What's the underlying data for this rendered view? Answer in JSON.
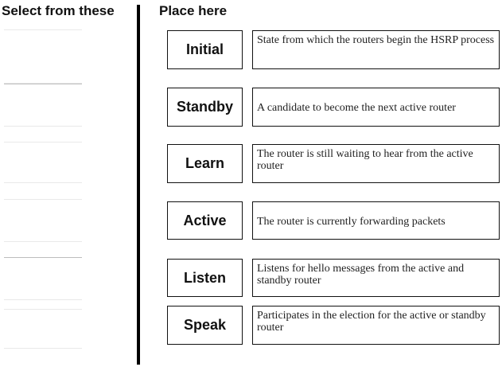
{
  "headings": {
    "left": "Select from these",
    "right": "Place here"
  },
  "terms": [
    "Initial",
    "Standby",
    "Learn",
    "Active",
    "Listen",
    "Speak"
  ],
  "descriptions": [
    "State from which the routers begin the HSRP process",
    "A candidate to become the next active router",
    "The router is still waiting to hear from the active router",
    "The router is currently forwarding packets",
    "Listens for hello messages from the active and standby router",
    "Participates in the election for the active or standby router"
  ]
}
